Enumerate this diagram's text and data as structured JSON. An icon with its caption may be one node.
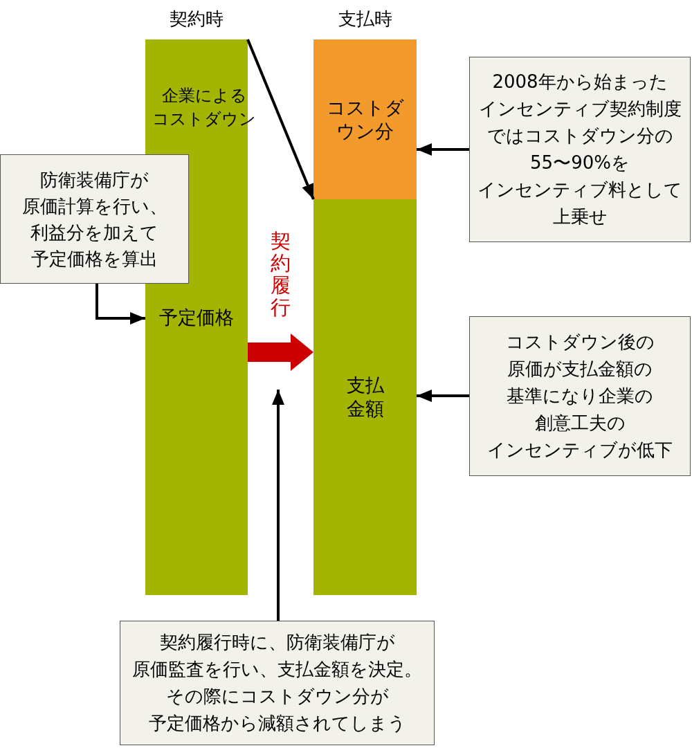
{
  "diagram": {
    "nodes": [
      {
        "text": [
          "契約時",
          "予定価格"
        ]
      },
      {
        "text": [
          "支払時"
        ]
      },
      {
        "text": [
          "コストダウン分"
        ],
        "in": 1
      },
      {
        "text": [
          "支払金額"
        ],
        "in": 1
      },
      {
        "text": [
          "防衛装備庁が原価計算を行い、利益分を加えて予定価格を算出"
        ]
      },
      {
        "text": [
          "2008年から始まったインセンティブ契約制度ではコストダウン分の55〜90%をインセンティブ料として上乗せ"
        ]
      },
      {
        "text": [
          "コストダウン後の原価が支払金額の基準になり企業の創意工夫のインセンティブが低下"
        ]
      },
      {
        "text": [
          "契約履行時に、防衛装備庁が原価監査を行い、支払金額を決定。その際にコストダウン分が予定価格から減額されてしまう"
        ]
      }
    ],
    "edges": [
      {
        "from": 0,
        "to": 1,
        "arrow": "to",
        "label": "企業によるコストダウン"
      },
      {
        "from": 4,
        "to": 0,
        "arrow": "to"
      },
      {
        "from": 0,
        "to": 3,
        "arrow": "to",
        "label": "契約履行",
        "style": "thick",
        "color": "#cc0000"
      },
      {
        "from": 5,
        "to": 2,
        "arrow": "to"
      },
      {
        "from": 6,
        "to": 3,
        "arrow": "to"
      },
      {
        "from": 7,
        "to": null,
        "arrow": "to"
      }
    ]
  }
}
